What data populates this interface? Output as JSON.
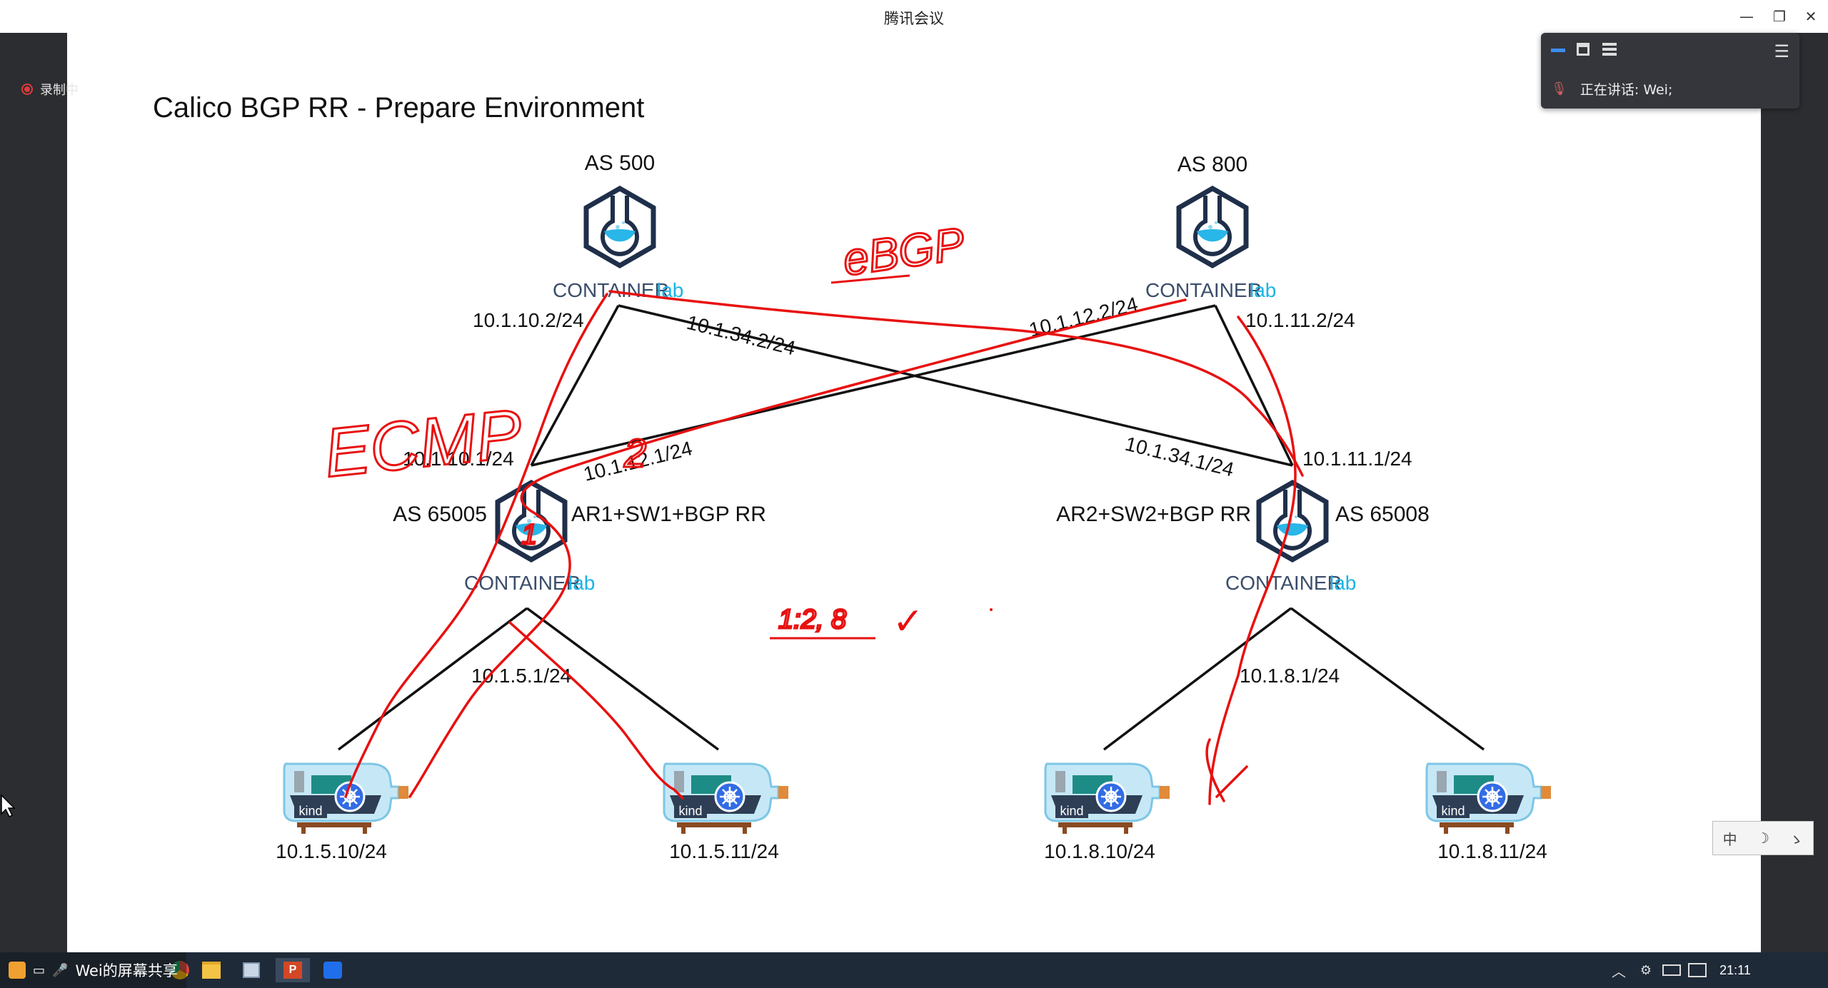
{
  "window": {
    "title": "腾讯会议",
    "minimize": "—",
    "restore": "❐",
    "close": "✕"
  },
  "recording": {
    "label": "录制中"
  },
  "speaker_panel": {
    "speaking_label": "正在讲话:",
    "speaker": "Wei;"
  },
  "slide": {
    "title": "Calico BGP RR - Prepare Environment",
    "nodes": {
      "as500": {
        "as": "AS 500",
        "brand_a": "CONTAINER",
        "brand_b": "lab"
      },
      "as800": {
        "as": "AS 800",
        "brand_a": "CONTAINER",
        "brand_b": "lab"
      },
      "left_rr": {
        "as": "AS 65005",
        "role": "AR1+SW1+BGP RR",
        "brand_a": "CONTAINER",
        "brand_b": "lab"
      },
      "right_rr": {
        "as": "AS 65008",
        "role": "AR2+SW2+BGP RR",
        "brand_a": "CONTAINER",
        "brand_b": "lab"
      }
    },
    "links": {
      "l1": "10.1.10.2/24",
      "l2": "10.1.34.2/24",
      "l3": "10.1.12.2/24",
      "l4": "10.1.11.2/24",
      "l5": "10.1.10.1/24",
      "l6": "10.1.12.1/24",
      "l7": "10.1.34.1/24",
      "l8": "10.1.11.1/24",
      "l9": "10.1.5.1/24",
      "l10": "10.1.8.1/24"
    },
    "hosts": [
      {
        "ip": "10.1.5.10/24",
        "badge": "kind"
      },
      {
        "ip": "10.1.5.11/24",
        "badge": "kind"
      },
      {
        "ip": "10.1.8.10/24",
        "badge": "kind"
      },
      {
        "ip": "10.1.8.11/24",
        "badge": "kind"
      }
    ],
    "annotations": {
      "ebgp": "eBGP",
      "ecmp": "ECMP",
      "n2": "2",
      "n1": "1",
      "frac": "1:2, 8",
      "check": "✓"
    },
    "colors": {
      "ink": "#e81010",
      "brand_dark": "#1f2f4a",
      "brand_light": "#1ab4e6",
      "water": "#29b6e8"
    }
  },
  "taskbar": {
    "share_label": "Wei的屏幕共享",
    "clock": "21:11"
  },
  "ime": {
    "zh": "中",
    "moon": "☽",
    "punct": "ゝ"
  }
}
